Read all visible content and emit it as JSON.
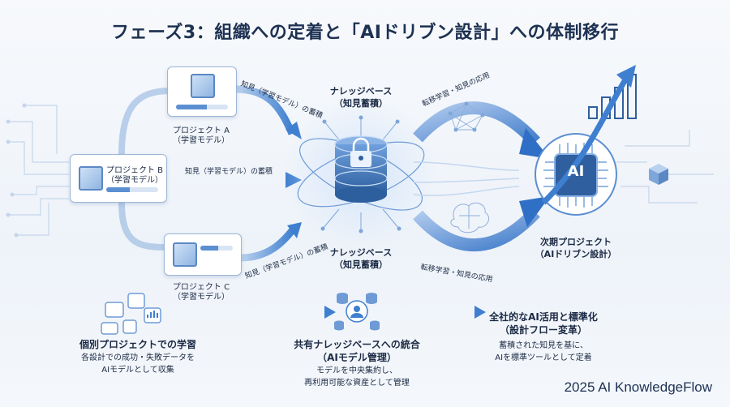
{
  "title": "フェーズ3：組織への定着と「AIドリブン設計」への体制移行",
  "projects": [
    {
      "name": "プロジェクト A",
      "sub": "（学習モデル）",
      "progress": 0.6
    },
    {
      "name": "プロジェクト B",
      "sub": "（学習モデル）",
      "progress": 0.45
    },
    {
      "name": "プロジェクト C",
      "sub": "（学習モデル）",
      "progress": 0.55
    }
  ],
  "flows": {
    "accumulate": "知見（学習モデル）の蓄積",
    "apply": "転移学習・知見の応用"
  },
  "knowledge_base": {
    "name": "ナレッジベース",
    "sub": "（知見蓄積）"
  },
  "next_project": {
    "name": "次期プロジェクト",
    "sub": "（AIドリブン設計）",
    "badge": "AI"
  },
  "stages": [
    {
      "title": "個別プロジェクトでの学習",
      "desc1": "各設計での成功・失敗データを",
      "desc2": "AIモデルとして収集"
    },
    {
      "title": "共有ナレッジベースへの統合",
      "title2": "（AIモデル管理）",
      "desc1": "モデルを中央集約し、",
      "desc2": "再利用可能な資産として管理"
    },
    {
      "title": "全社的なAI活用と標準化",
      "title2": "（設計フロー変革）",
      "desc1": "蓄積された知見を基に、",
      "desc2": "AIを標準ツールとして定着"
    }
  ],
  "brand": "2025 AI KnowledgeFlow",
  "colors": {
    "accent": "#3f7fd0",
    "dark": "#1d3152",
    "light": "#cfe1f6"
  }
}
